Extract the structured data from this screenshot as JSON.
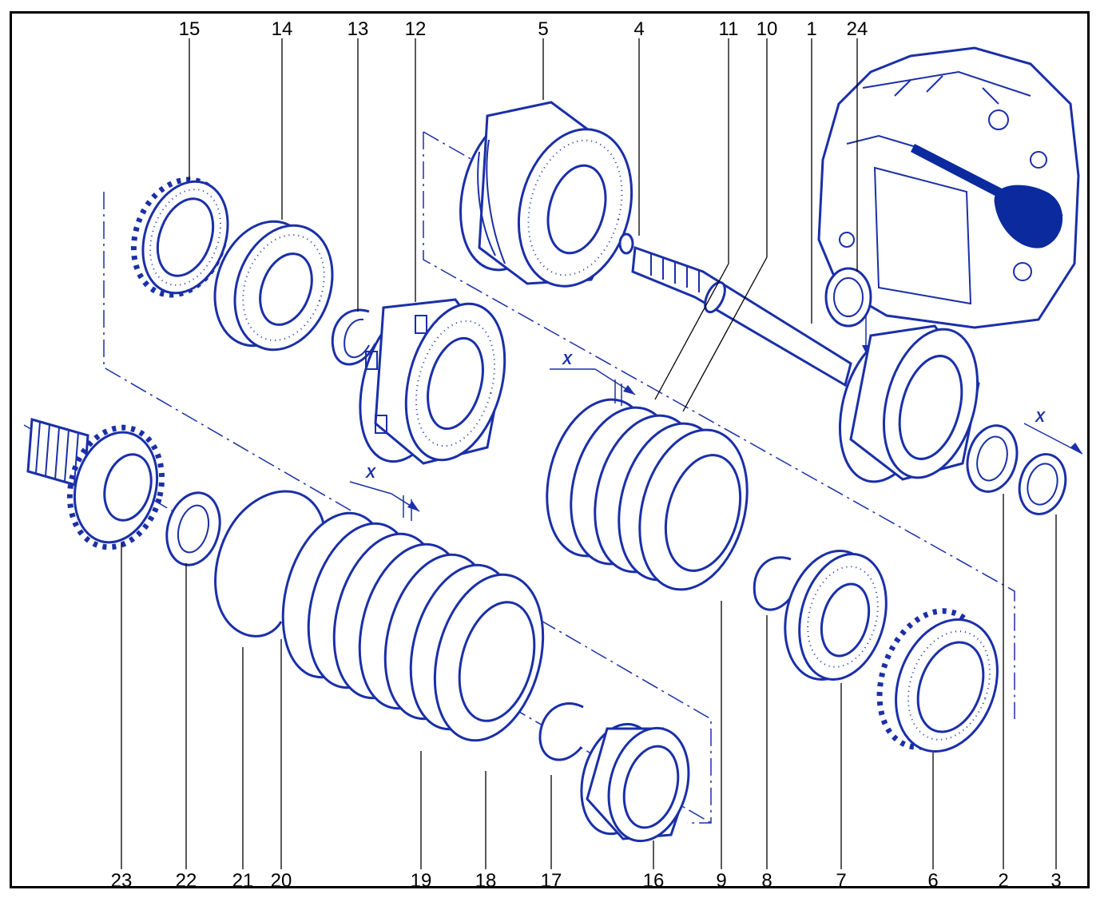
{
  "diagram": {
    "labels": {
      "p15": "15",
      "p14": "14",
      "p13": "13",
      "p12": "12",
      "p5": "5",
      "p4": "4",
      "p11": "11",
      "p10": "10",
      "p1": "1",
      "p24": "24",
      "p23": "23",
      "p22": "22",
      "p21": "21",
      "p20": "20",
      "p19": "19",
      "p18": "18",
      "p17": "17",
      "p16": "16",
      "p9": "9",
      "p8": "8",
      "p7": "7",
      "p6": "6",
      "p2": "2",
      "p3": "3"
    },
    "dimension_marks": {
      "upper": "X",
      "right": "X",
      "lower": "X"
    },
    "colors": {
      "line": "#1a2fa8",
      "highlight": "#0a2a9e",
      "label": "#000000",
      "frame": "#000000"
    },
    "icons": [
      "transmission-housing-icon",
      "shaft-icon",
      "gear-icon",
      "clutch-pack-icon",
      "snap-ring-icon"
    ]
  }
}
